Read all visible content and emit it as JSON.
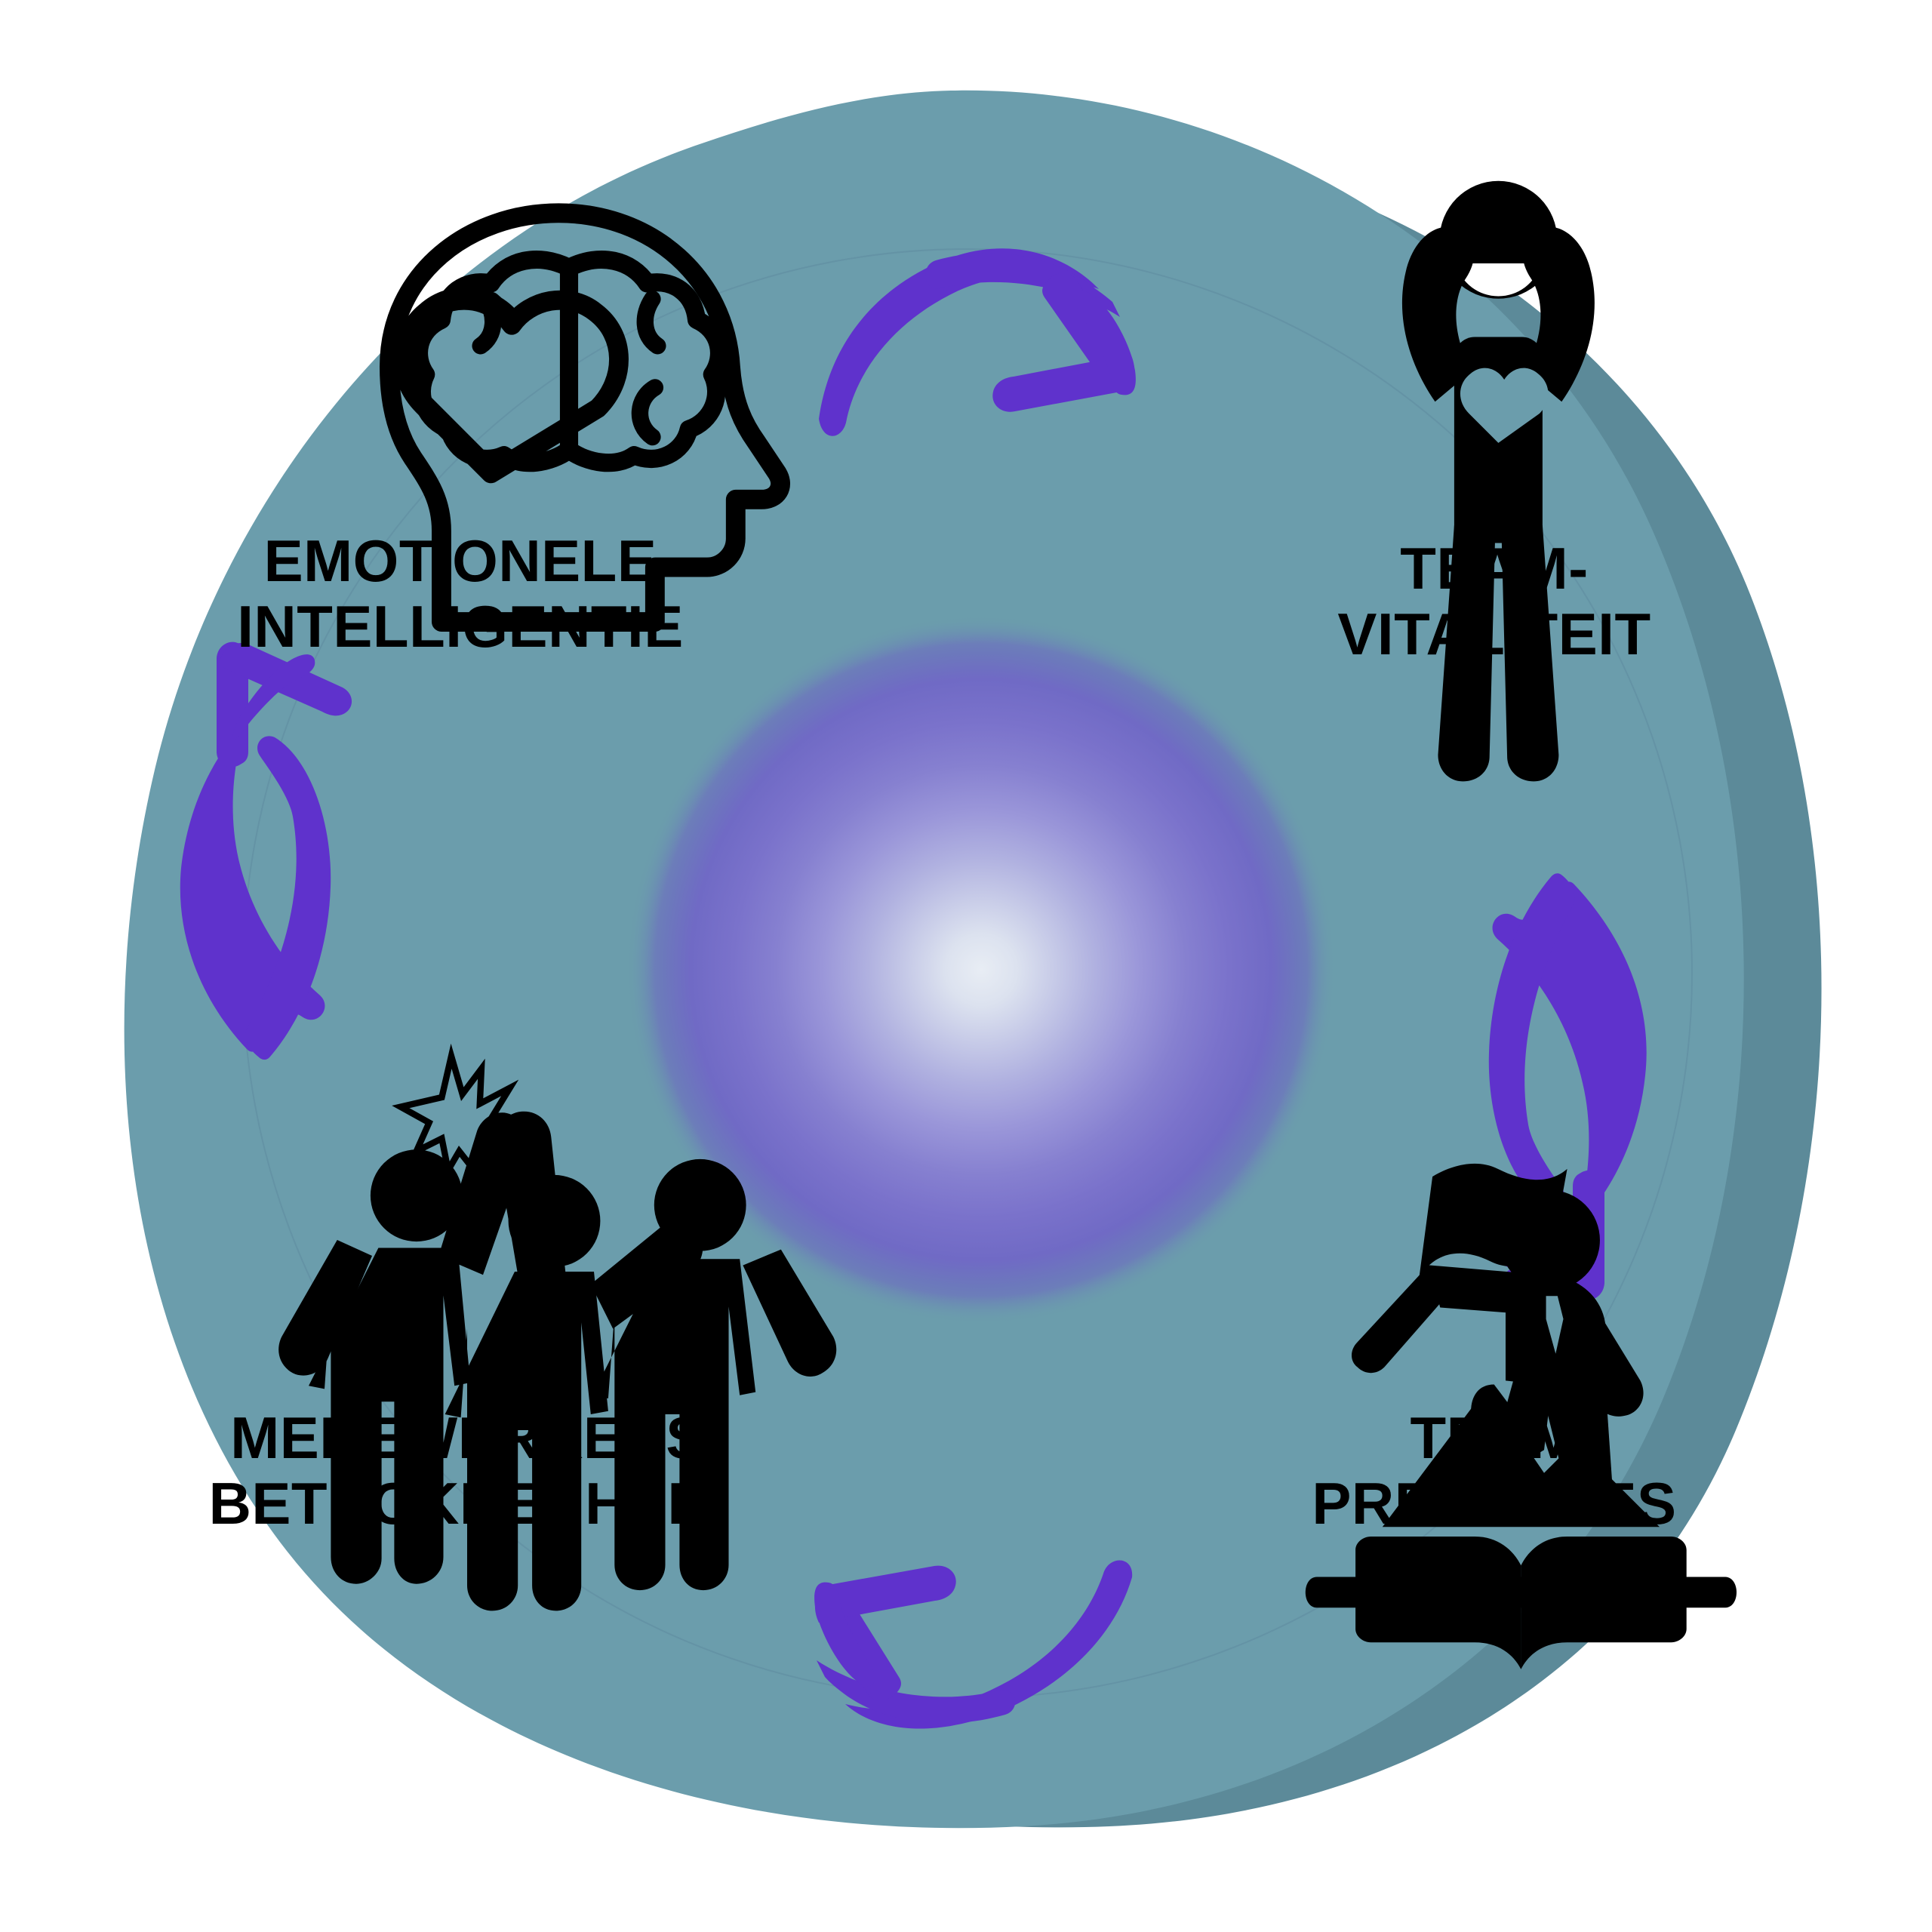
{
  "diagram": {
    "type": "cycle",
    "title": "",
    "direction": "clockwise",
    "background_color": "#ffffff",
    "blob_color": "#6B9DAC",
    "blob_shadow_color": "#5C8A99",
    "accent_color": "#5F32CC",
    "icon_color": "#000000",
    "center_glow": {
      "name": "center-glow",
      "outer_color": "#6F62C9",
      "mid_color": "#9C97D8",
      "inner_color": "#D7DCEC",
      "core_color": "#E3E9F2"
    },
    "nodes": [
      {
        "id": "emotionele-intelligentie",
        "label": "EMOTIONELE\nINTELLIGENTIE",
        "icon": "head-brain-heart-icon",
        "position": "top-left"
      },
      {
        "id": "team-vitaliteit",
        "label": "TEAM-\nVITALITEIT",
        "icon": "person-arms-raised-heart-icon",
        "position": "top-right"
      },
      {
        "id": "team-prestaties",
        "label": "TEAM\nPRESTATIES",
        "icon": "flag-mountain-book-icon",
        "position": "bottom-right"
      },
      {
        "id": "medewerkers-betrokkenheid",
        "label": "MEDEWERKERS\nBETROKKENHEID",
        "icon": "three-people-highfive-icon",
        "position": "bottom-left"
      }
    ],
    "arrows": [
      {
        "id": "arrow-top",
        "icon": "curved-arrow-right-icon",
        "from": "emotionele-intelligentie",
        "to": "team-vitaliteit"
      },
      {
        "id": "arrow-right",
        "icon": "curved-arrow-down-icon",
        "from": "team-vitaliteit",
        "to": "team-prestaties"
      },
      {
        "id": "arrow-bottom",
        "icon": "curved-arrow-left-icon",
        "from": "team-prestaties",
        "to": "medewerkers-betrokkenheid"
      },
      {
        "id": "arrow-left",
        "icon": "curved-arrow-up-icon",
        "from": "medewerkers-betrokkenheid",
        "to": "emotionele-intelligentie"
      }
    ]
  }
}
